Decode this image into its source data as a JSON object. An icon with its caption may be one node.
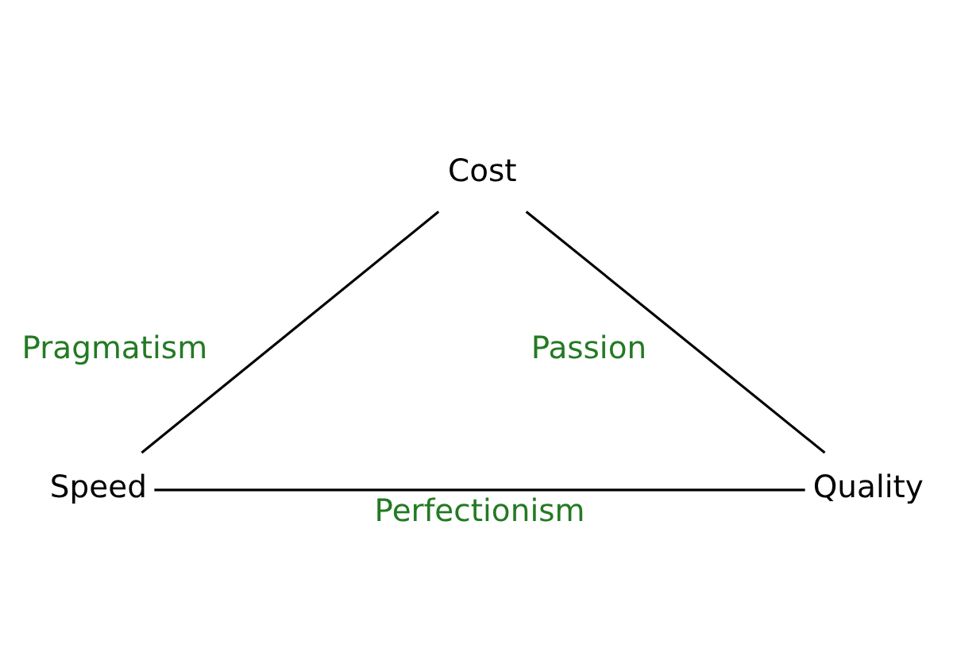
{
  "diagram": {
    "nodes": [
      {
        "text": [
          "Cost"
        ]
      },
      {
        "text": [
          "Speed"
        ]
      },
      {
        "text": [
          "Quality"
        ]
      }
    ],
    "edges": [
      {
        "from": 1,
        "to": 0,
        "arrow": "none",
        "label": "Pragmatism"
      },
      {
        "from": 0,
        "to": 2,
        "arrow": "none",
        "label": "Passion"
      },
      {
        "from": 1,
        "to": 2,
        "arrow": "none",
        "label": "Perfectionism"
      }
    ]
  }
}
